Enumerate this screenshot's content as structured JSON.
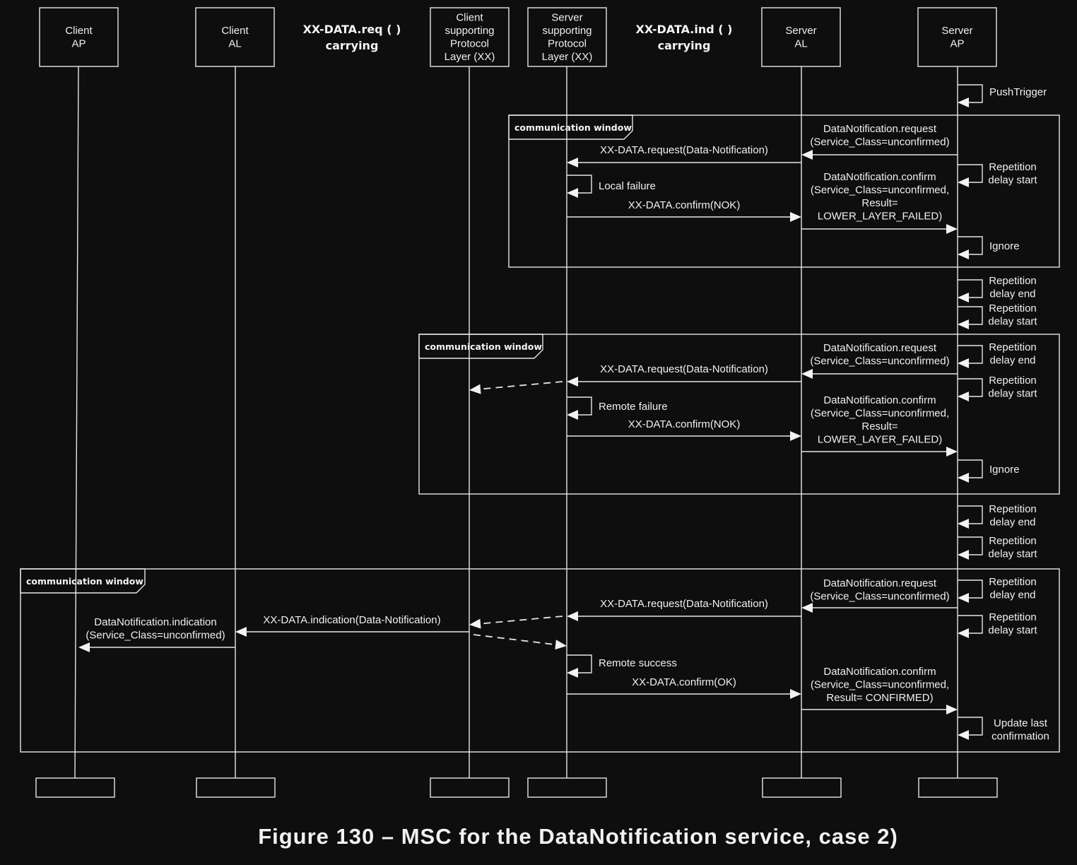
{
  "caption": "Figure 130 – MSC for the DataNotification service, case 2)",
  "lifelines": [
    {
      "id": "client-ap",
      "lines": [
        "Client",
        "AP"
      ]
    },
    {
      "id": "client-al",
      "lines": [
        "Client",
        "AL"
      ]
    },
    {
      "id": "client-pl",
      "lines": [
        "Client",
        "supporting",
        "Protocol",
        "Layer (XX)"
      ]
    },
    {
      "id": "server-pl",
      "lines": [
        "Server",
        "supporting",
        "Protocol",
        "Layer (XX)"
      ]
    },
    {
      "id": "server-al",
      "lines": [
        "Server",
        "AL"
      ]
    },
    {
      "id": "server-ap",
      "lines": [
        "Server",
        "AP"
      ]
    }
  ],
  "header_notes": [
    {
      "lines": [
        "XX-DATA.req ( )",
        "carrying"
      ]
    },
    {
      "lines": [
        "XX-DATA.ind ( )",
        "carrying"
      ]
    }
  ],
  "frames": [
    {
      "label": "communication window"
    },
    {
      "label": "communication window"
    },
    {
      "label": "communication window"
    }
  ],
  "messages": [
    {
      "from": "server-al",
      "to": "server-pl",
      "style": "solid",
      "lines": [
        "XX-DATA.request(Data-Notification)"
      ]
    },
    {
      "from": "server-ap",
      "to": "server-al",
      "style": "solid",
      "lines": [
        "DataNotification.request",
        "(Service_Class=unconfirmed)"
      ]
    },
    {
      "from": "server-pl",
      "to": "server-al",
      "style": "solid",
      "lines": [
        "XX-DATA.confirm(NOK)"
      ]
    },
    {
      "from": "server-al",
      "to": "server-ap",
      "style": "solid",
      "lines": [
        "DataNotification.confirm",
        "(Service_Class=unconfirmed,",
        "Result=",
        "LOWER_LAYER_FAILED)"
      ]
    },
    {
      "from": "server-ap",
      "to": "server-al",
      "style": "solid",
      "lines": [
        "DataNotification.request",
        "(Service_Class=unconfirmed)"
      ]
    },
    {
      "from": "server-al",
      "to": "server-pl",
      "style": "solid",
      "lines": [
        "XX-DATA.request(Data-Notification)"
      ]
    },
    {
      "from": "server-pl",
      "to": "client-pl",
      "style": "dashed",
      "lines": []
    },
    {
      "from": "server-pl",
      "to": "server-al",
      "style": "solid",
      "lines": [
        "XX-DATA.confirm(NOK)"
      ]
    },
    {
      "from": "server-al",
      "to": "server-ap",
      "style": "solid",
      "lines": [
        "DataNotification.confirm",
        "(Service_Class=unconfirmed,",
        "Result=",
        "LOWER_LAYER_FAILED)"
      ]
    },
    {
      "from": "server-ap",
      "to": "server-al",
      "style": "solid",
      "lines": [
        "DataNotification.request",
        "(Service_Class=unconfirmed)"
      ]
    },
    {
      "from": "server-al",
      "to": "server-pl",
      "style": "solid",
      "lines": [
        "XX-DATA.request(Data-Notification)"
      ]
    },
    {
      "from": "server-pl",
      "to": "client-pl",
      "style": "dashed",
      "lines": []
    },
    {
      "from": "client-pl",
      "to": "client-al",
      "style": "solid",
      "lines": [
        "XX-DATA.indication(Data-Notification)"
      ]
    },
    {
      "from": "client-pl",
      "to": "server-pl",
      "style": "dashed",
      "lines": []
    },
    {
      "from": "client-al",
      "to": "client-ap",
      "style": "solid",
      "lines": [
        "DataNotification.indication",
        "(Service_Class=unconfirmed)"
      ]
    },
    {
      "from": "server-pl",
      "to": "server-al",
      "style": "solid",
      "lines": [
        "XX-DATA.confirm(OK)"
      ]
    },
    {
      "from": "server-al",
      "to": "server-ap",
      "style": "solid",
      "lines": [
        "DataNotification.confirm",
        "(Service_Class=unconfirmed,",
        "Result= CONFIRMED)"
      ]
    }
  ],
  "self_events": [
    {
      "on": "server-ap",
      "lines": [
        "PushTrigger"
      ]
    },
    {
      "on": "server-ap",
      "lines": [
        "Repetition",
        "delay start"
      ]
    },
    {
      "on": "server-pl",
      "lines": [
        "Local failure"
      ]
    },
    {
      "on": "server-ap",
      "lines": [
        "Ignore"
      ]
    },
    {
      "on": "server-ap",
      "lines": [
        "Repetition",
        "delay end"
      ]
    },
    {
      "on": "server-ap",
      "lines": [
        "Repetition",
        "delay start"
      ]
    },
    {
      "on": "server-ap",
      "lines": [
        "Repetition",
        "delay end"
      ]
    },
    {
      "on": "server-ap",
      "lines": [
        "Repetition",
        "delay start"
      ]
    },
    {
      "on": "server-pl",
      "lines": [
        "Remote failure"
      ]
    },
    {
      "on": "server-ap",
      "lines": [
        "Ignore"
      ]
    },
    {
      "on": "server-ap",
      "lines": [
        "Repetition",
        "delay end"
      ]
    },
    {
      "on": "server-ap",
      "lines": [
        "Repetition",
        "delay start"
      ]
    },
    {
      "on": "server-ap",
      "lines": [
        "Repetition",
        "delay end"
      ]
    },
    {
      "on": "server-ap",
      "lines": [
        "Repetition",
        "delay start"
      ]
    },
    {
      "on": "server-pl",
      "lines": [
        "Remote success"
      ]
    },
    {
      "on": "server-ap",
      "lines": [
        "Update last",
        "confirmation"
      ]
    }
  ]
}
